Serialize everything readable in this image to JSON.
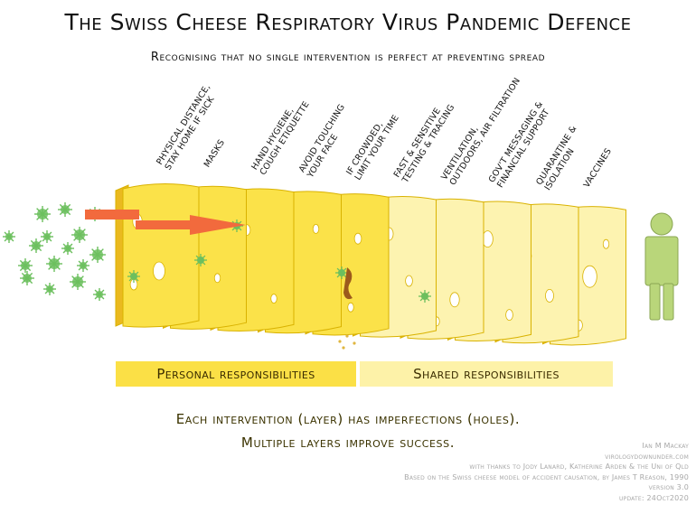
{
  "title": "The Swiss Cheese Respiratory Virus Pandemic Defence",
  "subtitle": "Recognising that no single intervention is perfect at preventing spread",
  "layers": [
    {
      "lines": [
        "Physical distance,",
        "stay home if sick"
      ],
      "group": "personal"
    },
    {
      "lines": [
        "Masks"
      ],
      "group": "personal"
    },
    {
      "lines": [
        "Hand hygiene,",
        "cough etiquette"
      ],
      "group": "personal"
    },
    {
      "lines": [
        "Avoid touching",
        "your face"
      ],
      "group": "personal"
    },
    {
      "lines": [
        "If crowded,",
        "limit your time"
      ],
      "group": "personal"
    },
    {
      "lines": [
        "Fast & sensitive",
        "testing & tracing"
      ],
      "group": "shared"
    },
    {
      "lines": [
        "Ventilation,",
        "outdoors, air filtration"
      ],
      "group": "shared"
    },
    {
      "lines": [
        "Gov't messaging &",
        "financial support"
      ],
      "group": "shared"
    },
    {
      "lines": [
        "Quarantine &",
        "isolation"
      ],
      "group": "shared"
    },
    {
      "lines": [
        "Vaccines"
      ],
      "group": "shared"
    }
  ],
  "bands": {
    "personal": "Personal responsibilities",
    "shared": "Shared responsibilities"
  },
  "caption": {
    "line1": "Each intervention (layer) has imperfections (holes).",
    "line2": "Multiple layers improve success."
  },
  "credits": {
    "author": "Ian M Mackay",
    "site": "virologydownunder.com",
    "thanks": "with thanks to Jody Lanard, Katherine Arden & the Uni of Qld",
    "based_on": "Based on the Swiss cheese model of accident causation, by James T Reason, 1990",
    "version": "version 3.0",
    "update": "update: 24Oct2020"
  },
  "colors": {
    "personal_cheese": "#fbe249",
    "shared_cheese": "#fdf3b0",
    "cheese_edge": "#d9b200",
    "virus": "#6cbf5e",
    "arrow": "#f26a3d",
    "person": "#b9d67a",
    "band_personal": "#fbe046",
    "band_shared": "#fdf2a8"
  }
}
